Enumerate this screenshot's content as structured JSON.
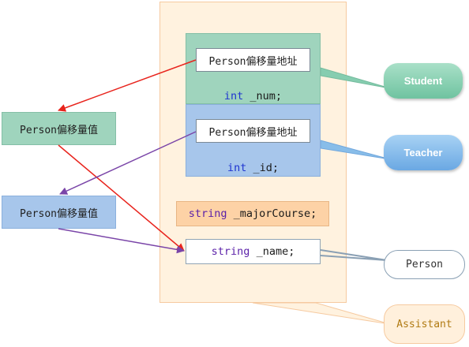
{
  "student": {
    "offset_address": "Person偏移量地址",
    "member_type": "int",
    "member_name": " _num;",
    "label": "Student"
  },
  "teacher": {
    "offset_address": "Person偏移量地址",
    "member_type": "int",
    "member_name": " _id;",
    "label": "Teacher"
  },
  "assistant": {
    "member_type": "string",
    "member_name": " _majorCourse;",
    "label": "Assistant"
  },
  "person": {
    "member_type": "string",
    "member_name": " _name;",
    "label": "Person"
  },
  "offset_values": [
    {
      "label": "Person偏移量值"
    },
    {
      "label": "Person偏移量值"
    }
  ],
  "colors": {
    "student": "#9fd4bd",
    "teacher": "#a7c6eb",
    "assistant": "#fff2df",
    "major_course": "#fdd2a6",
    "red_arrow": "#e8241d",
    "purple_arrow": "#7a45a8",
    "keyword_int": "#1f35d0",
    "keyword_string": "#5a1fa8"
  }
}
